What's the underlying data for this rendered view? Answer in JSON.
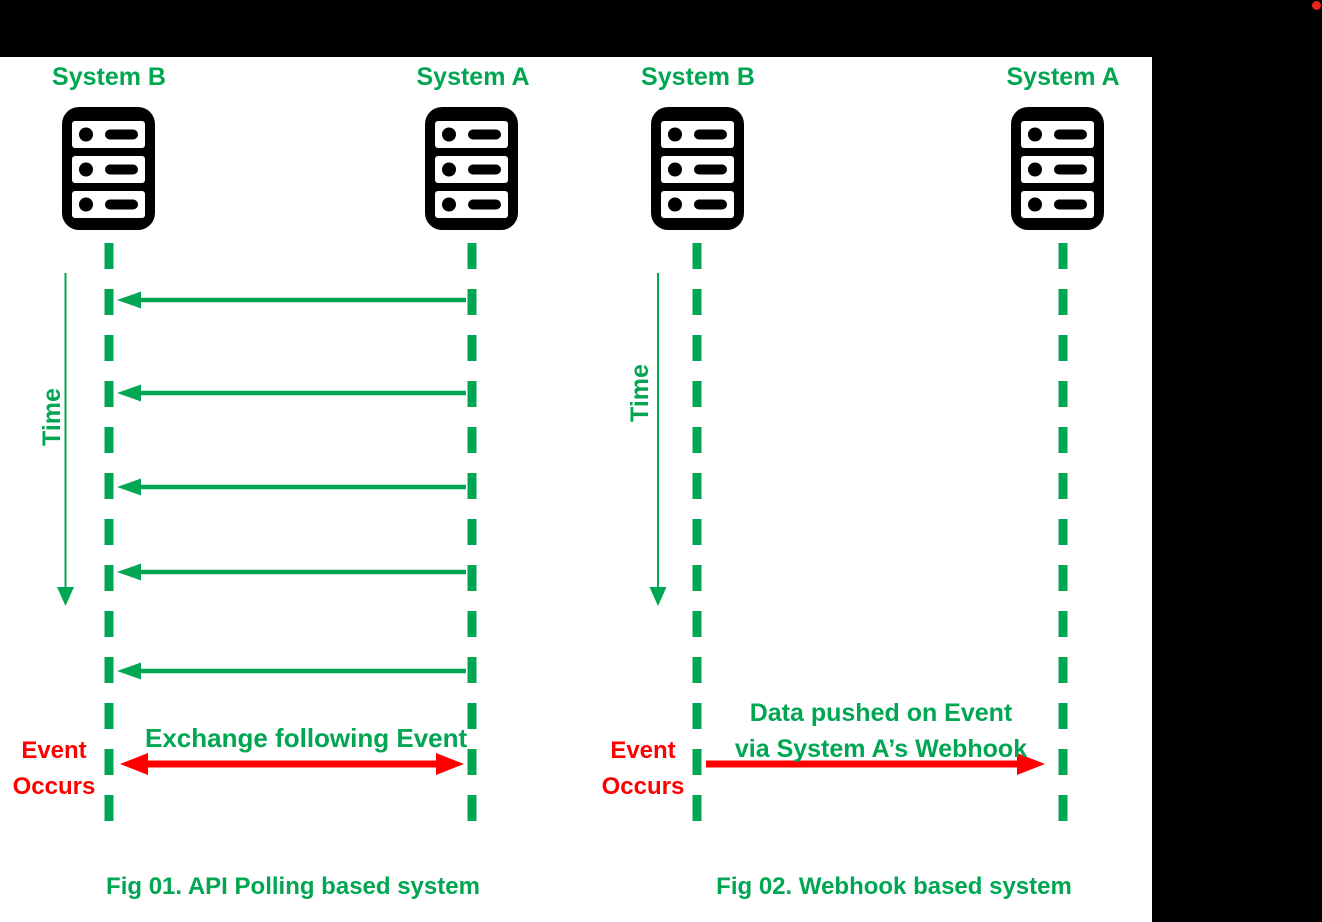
{
  "colors": {
    "green": "#00A651",
    "red": "#FF0000",
    "icon_black": "#000000",
    "board_white": "#FFFFFF",
    "background_black": "#000000",
    "record_dot_red": "#E8251D"
  },
  "icons": {
    "server": "server-rack-icon",
    "record_dot": "red-record-dot"
  },
  "figure1": {
    "left_system": "System B",
    "right_system": "System A",
    "time_label": "Time",
    "event_label": "Event\nOccurs",
    "exchange_label": "Exchange following Event",
    "caption": "Fig 01. API Polling based system",
    "polling_arrow_count": 5,
    "polling_arrow_direction": "A-to-B"
  },
  "figure2": {
    "left_system": "System B",
    "right_system": "System A",
    "time_label": "Time",
    "event_label": "Event\nOccurs",
    "push_label": "Data pushed on Event\nvia System A’s Webhook",
    "caption": "Fig 02. Webhook based system",
    "push_arrow_direction": "B-to-A"
  }
}
